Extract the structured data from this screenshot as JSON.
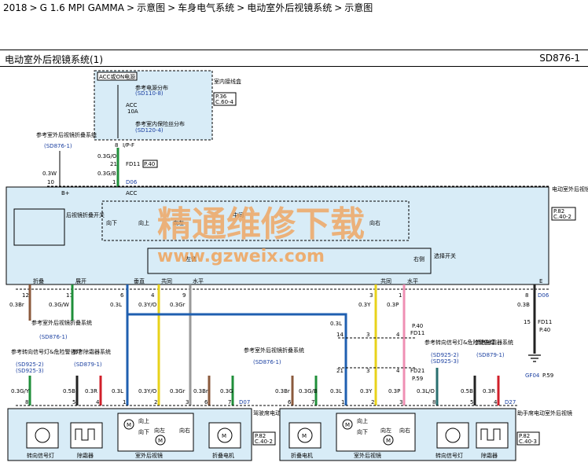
{
  "breadcrumb": {
    "items": [
      "2018",
      "G 1.6 MPI GAMMA",
      "示意图",
      "车身电气系统",
      "电动室外后视镜系统",
      "示意图"
    ],
    "separator": ">"
  },
  "header": {
    "title": "电动室外后视镜系统(1)",
    "code": "SD876-1"
  },
  "watermark": {
    "cn": "精通维修下载",
    "url": "www.gzweix.com"
  },
  "fuse_box": {
    "acc_label": "ACC或ON电源",
    "ref_power": "参考电源分布",
    "ref_power_code": "(SD110-8)",
    "fuse_label": "ACC",
    "fuse_amp": "10A",
    "ref_ground": "参考室内保险丝分布",
    "ref_ground_code": "(SD120-4)",
    "panel_name": "室内接线盒",
    "panel_p": "P.36",
    "panel_c": "C.60-4",
    "pin": "8",
    "pin_code": "I/P-F"
  },
  "top_wires": {
    "w1": "0.3G/O",
    "fd": "FD11",
    "fd_p": "P.40",
    "w2": "0.3G/B",
    "pin21": "21",
    "pin1": "1",
    "d06": "D06",
    "left_ref": "参考室外后视镜折叠系统",
    "left_ref_code": "(SD876-1)",
    "left_wire": "0.3W",
    "left_pin": "10",
    "bplus": "B+",
    "acc": "ACC"
  },
  "switch_module": {
    "name": "电动室外后视镜开关",
    "p": "P.82",
    "c": "C.40-2",
    "fold_switch": "后视镜折叠开关",
    "dir_down": "向下",
    "dir_up": "向上",
    "dir_left": "向左",
    "dir_right": "向右",
    "center": "中间",
    "selector": "选择开关",
    "left_sel": "左侧",
    "right_sel": "右侧",
    "e": "E"
  },
  "bus_labels": [
    "折叠",
    "展开",
    "垂直",
    "共同",
    "水平",
    "共同",
    "水平"
  ],
  "pins_row": [
    "12",
    "11",
    "6",
    "4",
    "9",
    "3",
    "1",
    "8"
  ],
  "wire_labels": {
    "fold": "0.3Br",
    "unfold": "0.3G/W",
    "vert": "0.3L",
    "common": "0.3Y/O",
    "horiz": "0.3Gr",
    "r_common": "0.3Y",
    "r_horiz": "0.3P",
    "ground": "0.3B",
    "d06": "D06"
  },
  "right_wires": {
    "l": "0.3L",
    "p40": "P.40",
    "fd11": "FD11",
    "p14": "14",
    "p3a": "3",
    "p4a": "4",
    "p21": "21",
    "p3b": "3",
    "p4b": "4",
    "fd21": "FD21",
    "p59": "P.59",
    "ground_pin": "15",
    "ground_fd": "FD11",
    "ground_p": "P.40",
    "gf": "GF04",
    "gf_p": "P.59"
  },
  "refs": {
    "left_fold": "参考室外后视镜折叠系统",
    "left_fold_code": "(SD876-1)",
    "turn_left": "参考转向信号灯&危险警告灯",
    "turn_left_code1": "(SD925-2)",
    "turn_left_code2": "(SD925-3)",
    "defrost_left": "参考除霜器系统",
    "defrost_left_code": "(SD879-1)",
    "fold_mid": "参考室外后视镜折叠系统",
    "fold_mid_code": "(SD876-1)",
    "turn_right": "参考转向信号灯&危险警告灯",
    "turn_right_code1": "(SD925-2)",
    "turn_right_code2": "(SD925-3)",
    "defrost_right": "参考除霜器系统",
    "defrost_right_code": "(SD879-1)"
  },
  "bottom_left": {
    "wires": [
      "0.3G/Y",
      "0.5B",
      "0.3R",
      "0.3L",
      "0.3Y/O",
      "0.3Gr",
      "0.3Br",
      "0.3G"
    ],
    "pins": [
      "8",
      "5",
      "4",
      "1",
      "2",
      "3",
      "6",
      "7"
    ],
    "d07": "D07",
    "module": "驾驶席电动室外后视镜",
    "p": "P.82",
    "c": "C.40-2",
    "comp_turn": "转向信号灯",
    "comp_defrost": "除霜器",
    "comp_mirror": "室外后视镜",
    "comp_fold": "折叠电机",
    "up": "向上",
    "down": "向下",
    "left": "向左",
    "right": "向右",
    "m": "M"
  },
  "bottom_right": {
    "wires": [
      "0.3Br",
      "0.3G/B",
      "0.3L",
      "0.3Y",
      "0.3P",
      "0.3L/O",
      "0.5B",
      "0.3R"
    ],
    "pins": [
      "6",
      "7",
      "1",
      "2",
      "3",
      "8",
      "5",
      "4"
    ],
    "d27": "D27",
    "module": "助手席电动室外后视镜",
    "p": "P.82",
    "c": "C.40-3",
    "comp_fold": "折叠电机",
    "comp_mirror": "室外后视镜",
    "comp_turn": "转向信号灯",
    "comp_defrost": "除霜器"
  },
  "colors": {
    "panel": "#d8ecf7",
    "brown": "#8b5a3c",
    "green": "#1f8f3a",
    "blue": "#1f5fb0",
    "yellow": "#e8d21a",
    "gray": "#9a9a9a",
    "pink": "#ef8fb3",
    "black": "#222222",
    "red": "#d11f2a",
    "teal": "#2a6f6f",
    "watermark": "#f0a35a"
  }
}
